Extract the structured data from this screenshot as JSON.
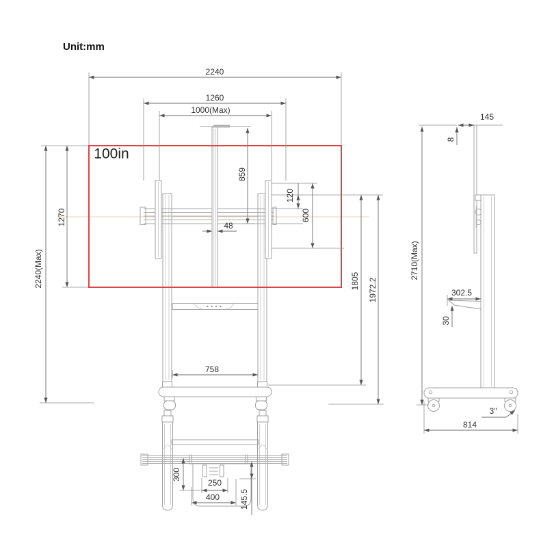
{
  "unit_label": "Unit:mm",
  "screen_size_label": "100in",
  "dims": {
    "front": {
      "overall_width": "2240",
      "bracket_span": "1260",
      "mount_width_max": "1000(Max)",
      "pole_drop": "859",
      "screen_height": "1270",
      "height_max": "2240(Max)",
      "vesa_pitch": "120",
      "vesa_height": "600",
      "pole_width": "48",
      "frame_height": "1805",
      "column_height": "1972.2",
      "leg_inner_span": "758"
    },
    "side": {
      "top_depth": "145",
      "panel_thickness": "8",
      "height_max": "2710(Max)",
      "shelf_depth": "302.5",
      "shelf_drop": "30",
      "caster_size": "3\"",
      "base_depth": "814"
    },
    "bottom": {
      "box_length": "300",
      "hole_pitch": "250",
      "plate_width": "400",
      "box_depth": "145.5"
    }
  }
}
